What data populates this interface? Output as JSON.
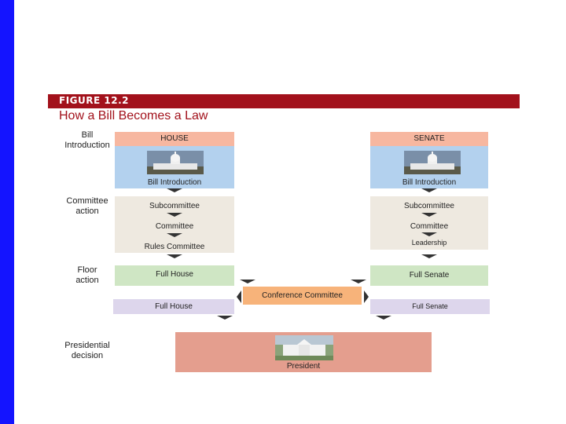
{
  "figure": {
    "label": "FIGURE 12.2",
    "title": "How a Bill Becomes a Law"
  },
  "stages": {
    "bill_introduction": "Bill\nIntroduction",
    "committee_action": "Committee\naction",
    "floor_action": "Floor\naction",
    "presidential_decision": "Presidential\ndecision"
  },
  "house": {
    "header": "HOUSE",
    "bill_intro": "Bill Introduction",
    "subcommittee": "Subcommittee",
    "committee": "Committee",
    "rules_committee": "Rules Committee",
    "full_house": "Full House",
    "full_house_final": "Full House"
  },
  "senate": {
    "header": "SENATE",
    "bill_intro": "Bill Introduction",
    "subcommittee": "Subcommittee",
    "committee": "Committee",
    "leadership": "Leadership",
    "full_senate": "Full Senate",
    "full_senate_final": "Full Senate"
  },
  "conference": "Conference Committee",
  "president": "President",
  "colors": {
    "left_bar": "#1414ff",
    "banner": "#a2111b",
    "house_header": "#f7b7a0",
    "bill_intro_bg": "#b3d1ee",
    "committee_bg": "#eee9e0",
    "floor_bg": "#cfe6c4",
    "final_vote_bg": "#ddd6ec",
    "conference_bg": "#f7b37a",
    "president_bg": "#e49e8e"
  }
}
